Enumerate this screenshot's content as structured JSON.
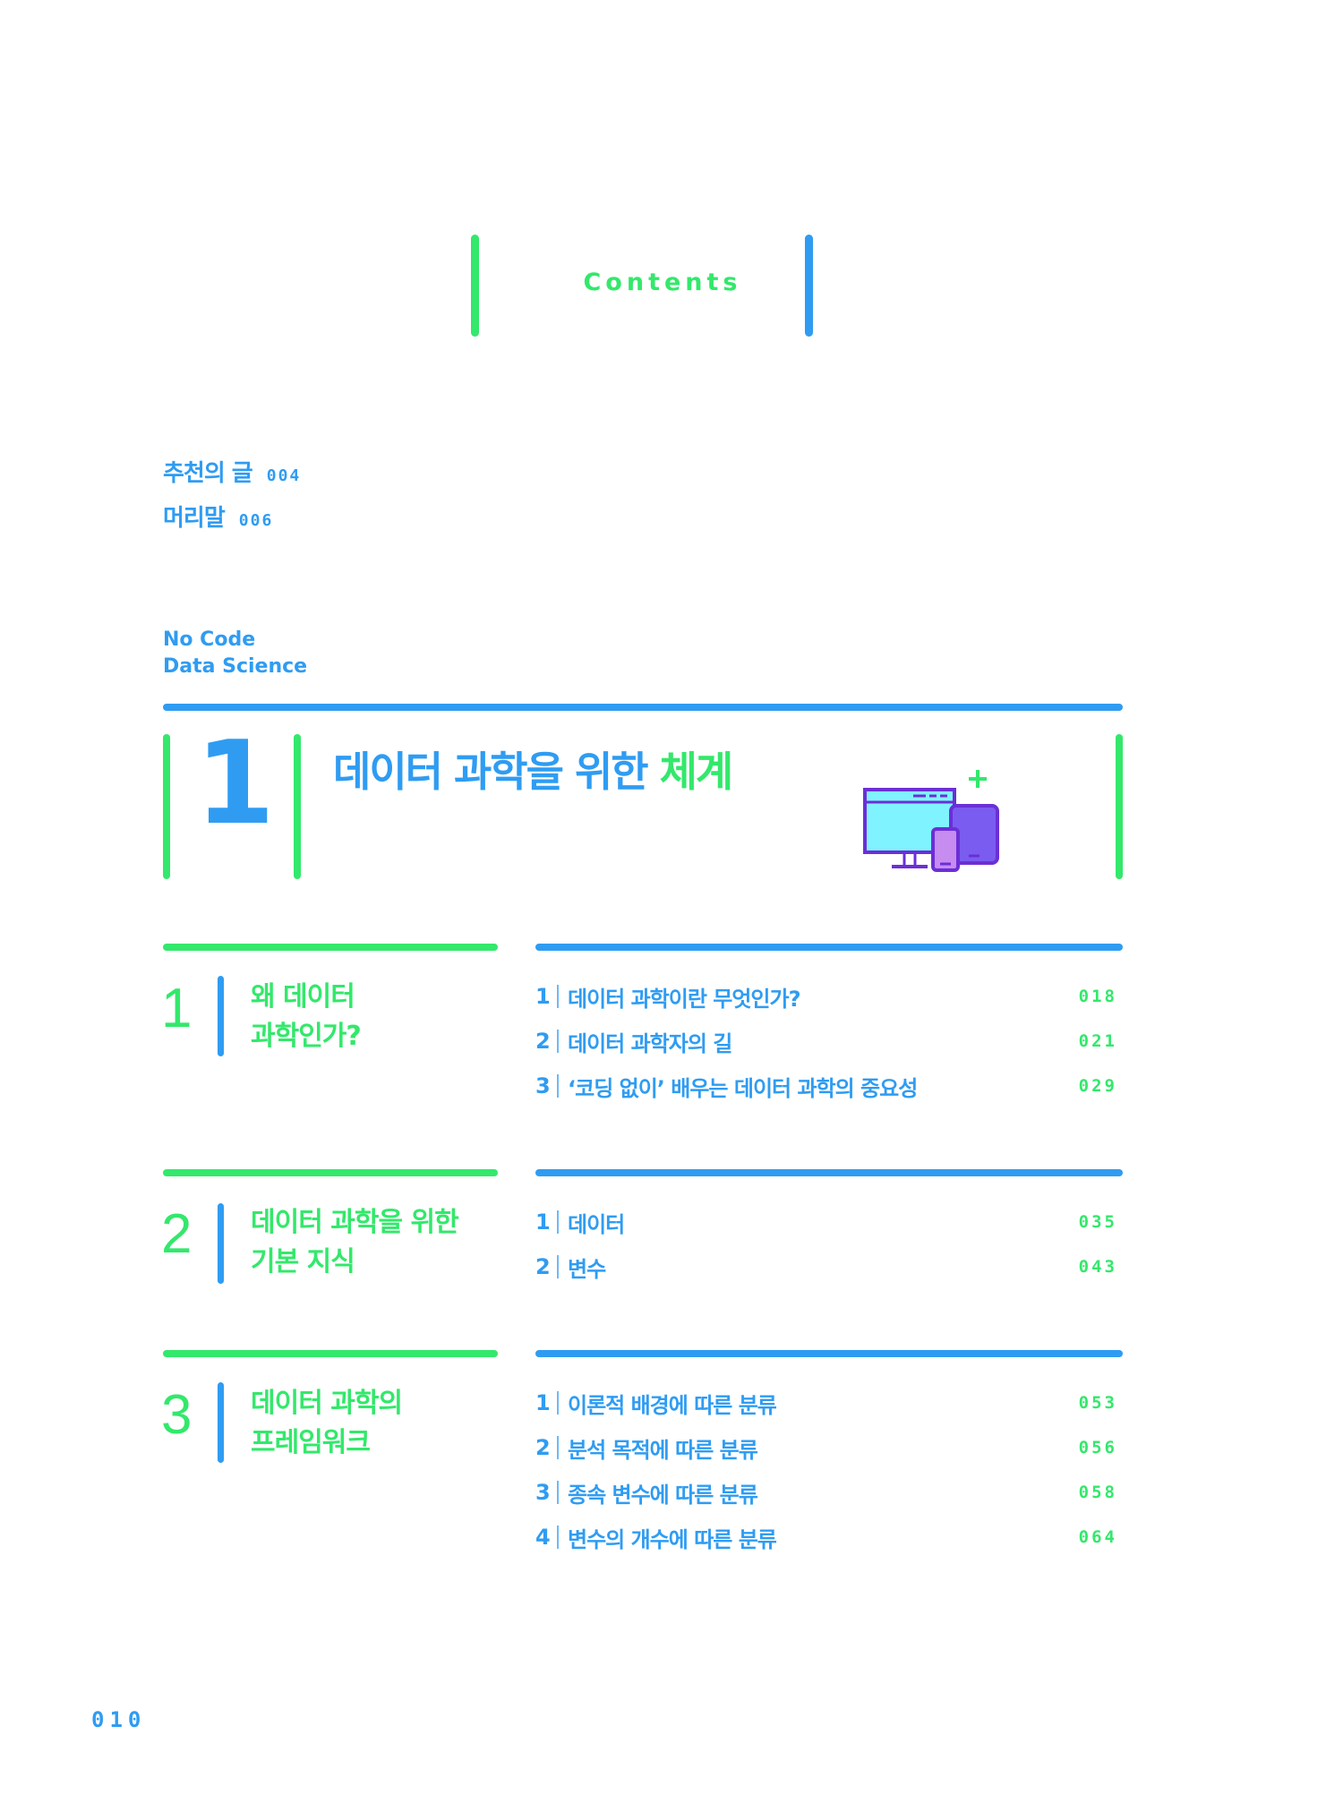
{
  "header": {
    "title": "Contents"
  },
  "front_matter": [
    {
      "label": "추천의 글",
      "page": "004"
    },
    {
      "label": "머리말",
      "page": "006"
    }
  ],
  "brand": {
    "line1": "No Code",
    "line2": "Data Science"
  },
  "part": {
    "number": "1",
    "title_main": "데이터 과학을 위한",
    "title_accent": "체계",
    "icon": "devices-icon"
  },
  "chapters": [
    {
      "number": "1",
      "title_line1": "왜 데이터",
      "title_line2": "과학인가?",
      "sections": [
        {
          "num": "1",
          "title": "데이터 과학이란 무엇인가?",
          "page": "018"
        },
        {
          "num": "2",
          "title": "데이터 과학자의 길",
          "page": "021"
        },
        {
          "num": "3",
          "title": "‘코딩 없이’ 배우는 데이터 과학의 중요성",
          "page": "029"
        }
      ]
    },
    {
      "number": "2",
      "title_line1": "데이터 과학을 위한",
      "title_line2": "기본 지식",
      "sections": [
        {
          "num": "1",
          "title": "데이터",
          "page": "035"
        },
        {
          "num": "2",
          "title": "변수",
          "page": "043"
        }
      ]
    },
    {
      "number": "3",
      "title_line1": "데이터 과학의",
      "title_line2": "프레임워크",
      "sections": [
        {
          "num": "1",
          "title": "이론적 배경에 따른 분류",
          "page": "053"
        },
        {
          "num": "2",
          "title": "분석 목적에 따른 분류",
          "page": "056"
        },
        {
          "num": "3",
          "title": "종속 변수에 따른 분류",
          "page": "058"
        },
        {
          "num": "4",
          "title": "변수의 개수에 따른 분류",
          "page": "064"
        }
      ]
    }
  ],
  "folio": "010",
  "colors": {
    "green": "#33e86b",
    "blue": "#2f9cf2",
    "purple": "#8a52f0"
  }
}
